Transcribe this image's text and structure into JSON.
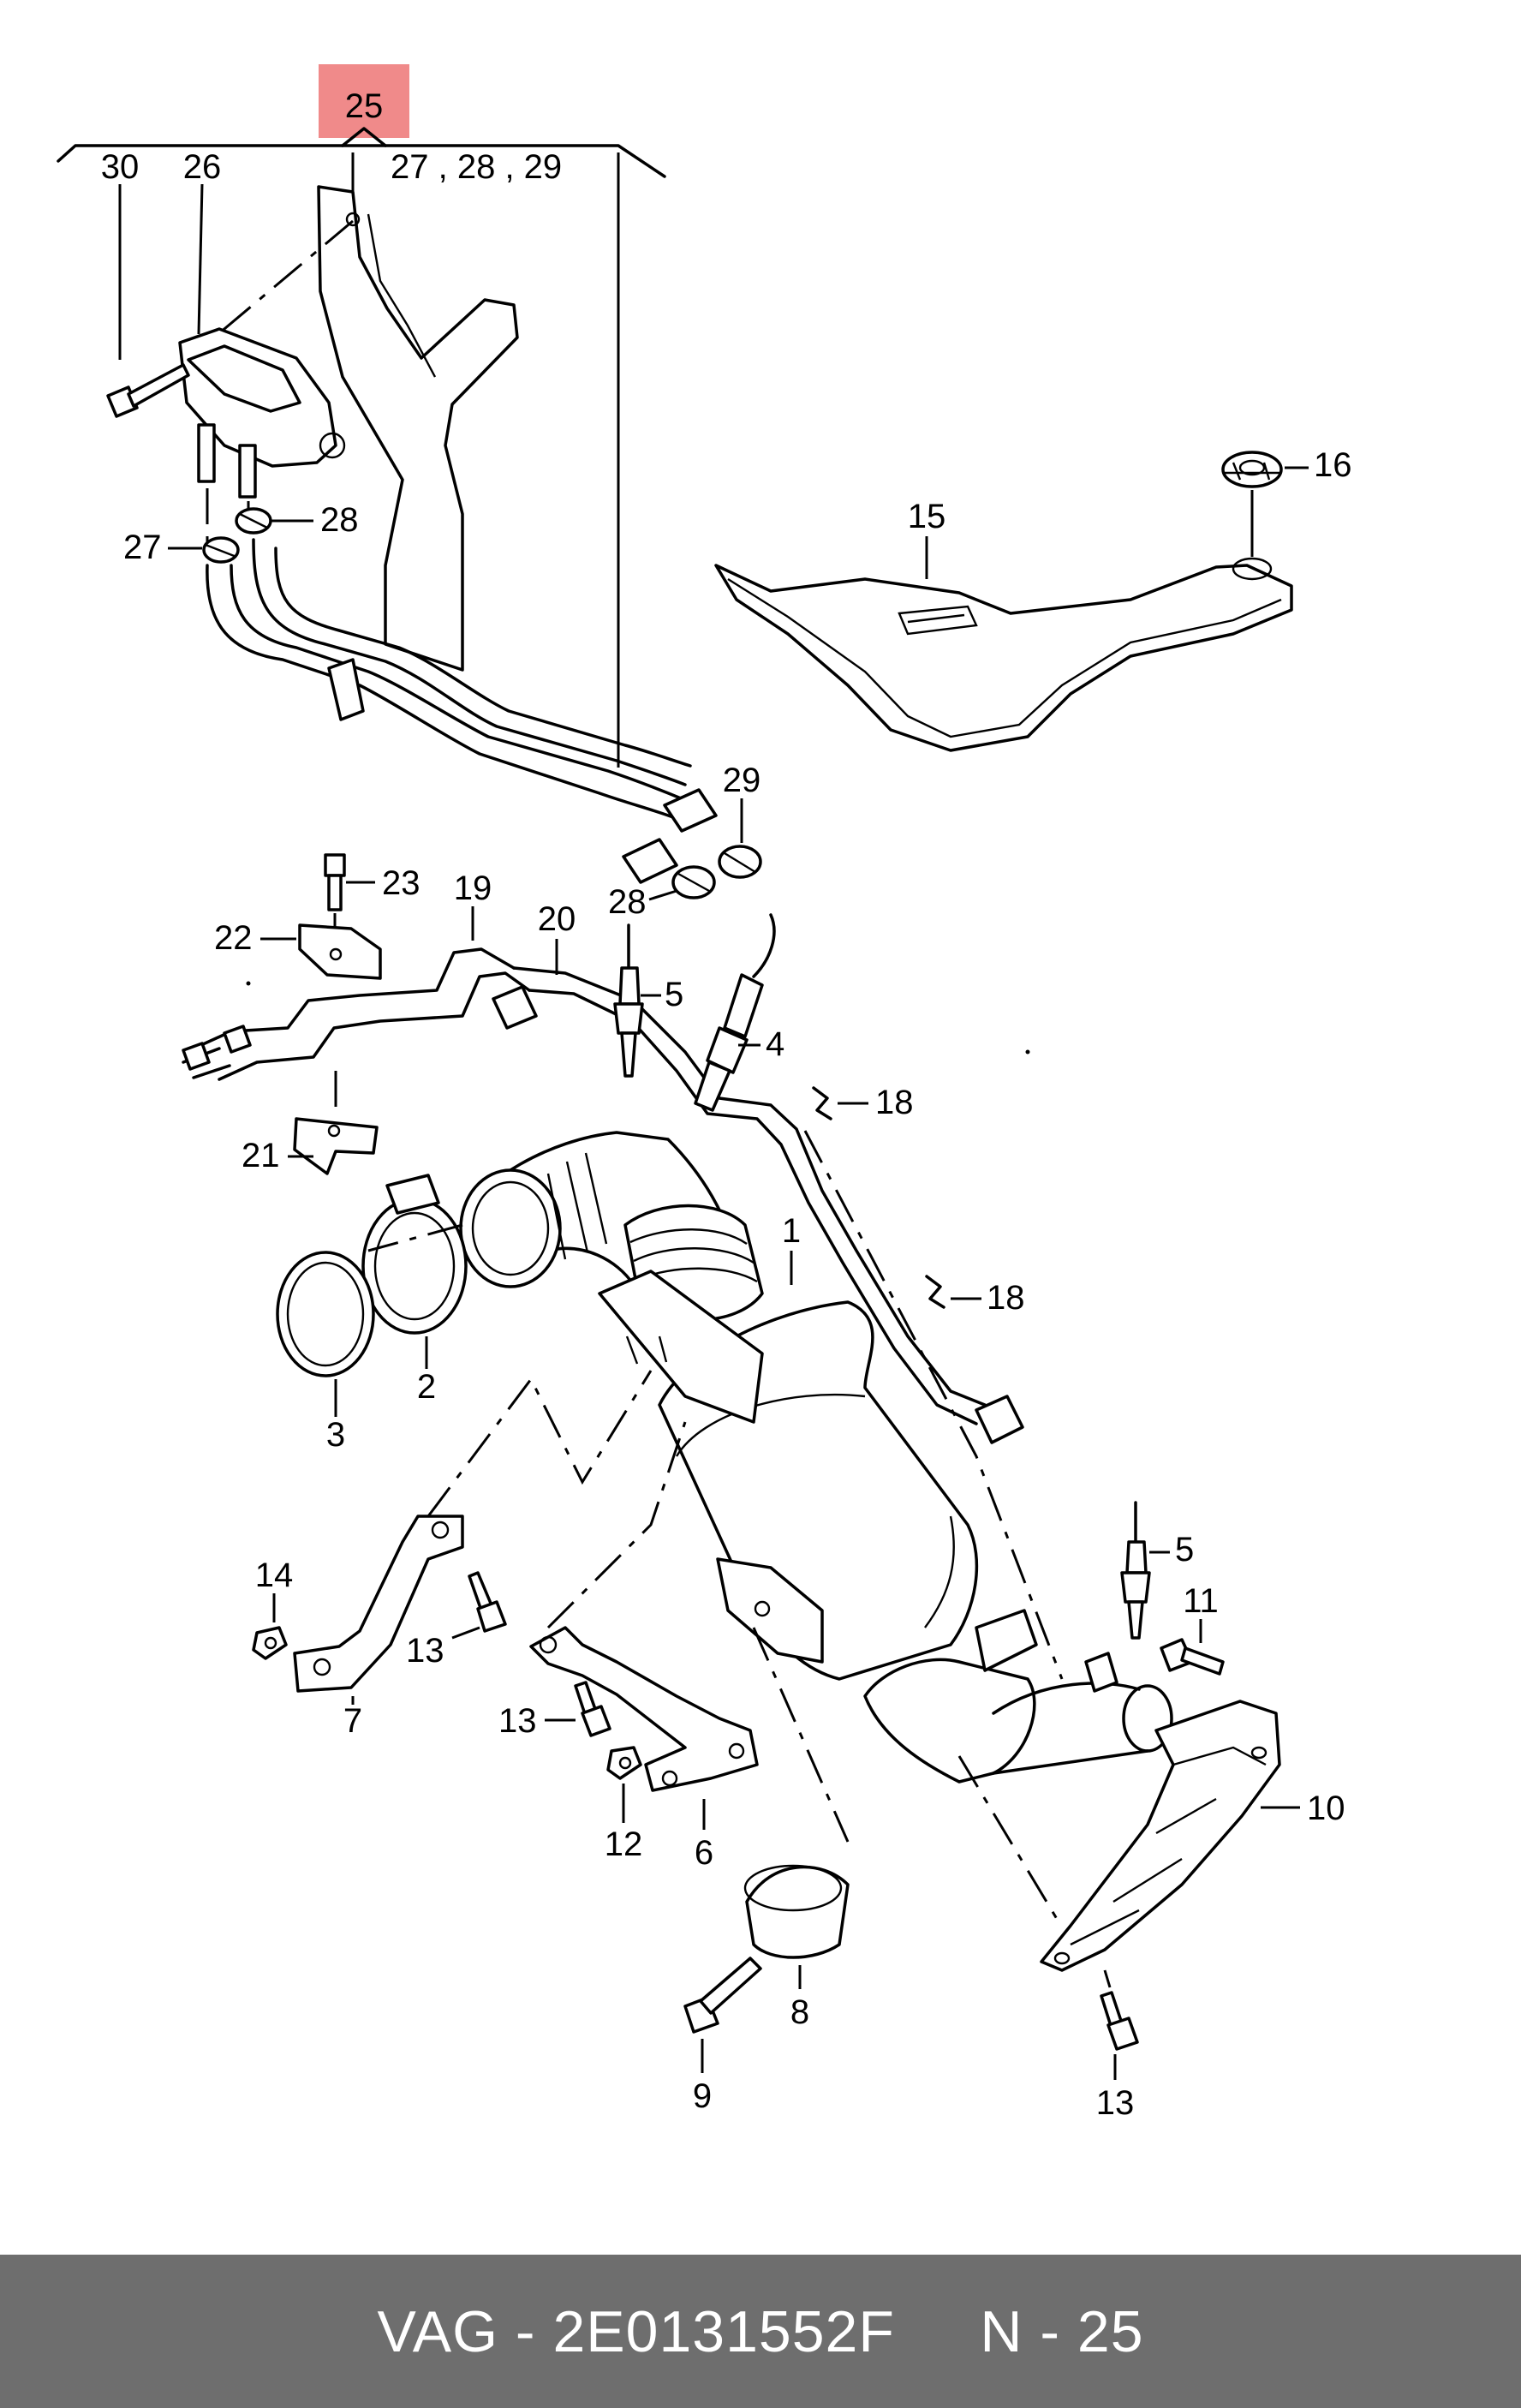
{
  "diagram": {
    "highlight": {
      "label": "25",
      "color": "#f08a8a"
    },
    "labels": {
      "l30": "30",
      "l26": "26",
      "l27_28_29": "27 , 28 , 29",
      "l28a": "28",
      "l27": "27",
      "l16": "16",
      "l15": "15",
      "l29": "29",
      "l28b": "28",
      "l23": "23",
      "l19": "19",
      "l22": "22",
      "l20": "20",
      "l5a": "5",
      "l4": "4",
      "l18a": "18",
      "l21": "21",
      "l1": "1",
      "l18b": "18",
      "l2": "2",
      "l3": "3",
      "l14": "14",
      "l13a": "13",
      "l7": "7",
      "l5b": "5",
      "l11": "11",
      "l13b": "13",
      "l12": "12",
      "l6": "6",
      "l10": "10",
      "l8": "8",
      "l9": "9",
      "l13c": "13"
    }
  },
  "footer": {
    "text": "VAG - 2E0131552F     N - 25",
    "background": "#6e6e6e"
  }
}
